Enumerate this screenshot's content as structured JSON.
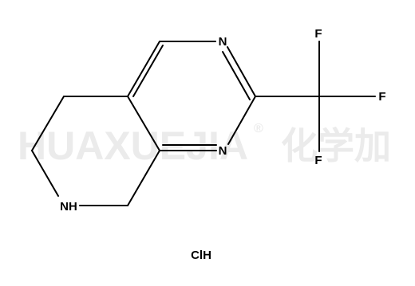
{
  "molecule": {
    "atoms": {
      "n_top": "N",
      "n_bottom": "N",
      "nh": "NH",
      "f_top": "F",
      "f_right": "F",
      "f_bottom": "F"
    },
    "salt": "ClH"
  },
  "watermark": {
    "brand": "HUAXUEJIA",
    "registered": "®",
    "cjk": "化学加"
  },
  "colors": {
    "bond": "#000000",
    "label": "#000000",
    "watermark": "#ebebeb",
    "background": "#ffffff"
  }
}
